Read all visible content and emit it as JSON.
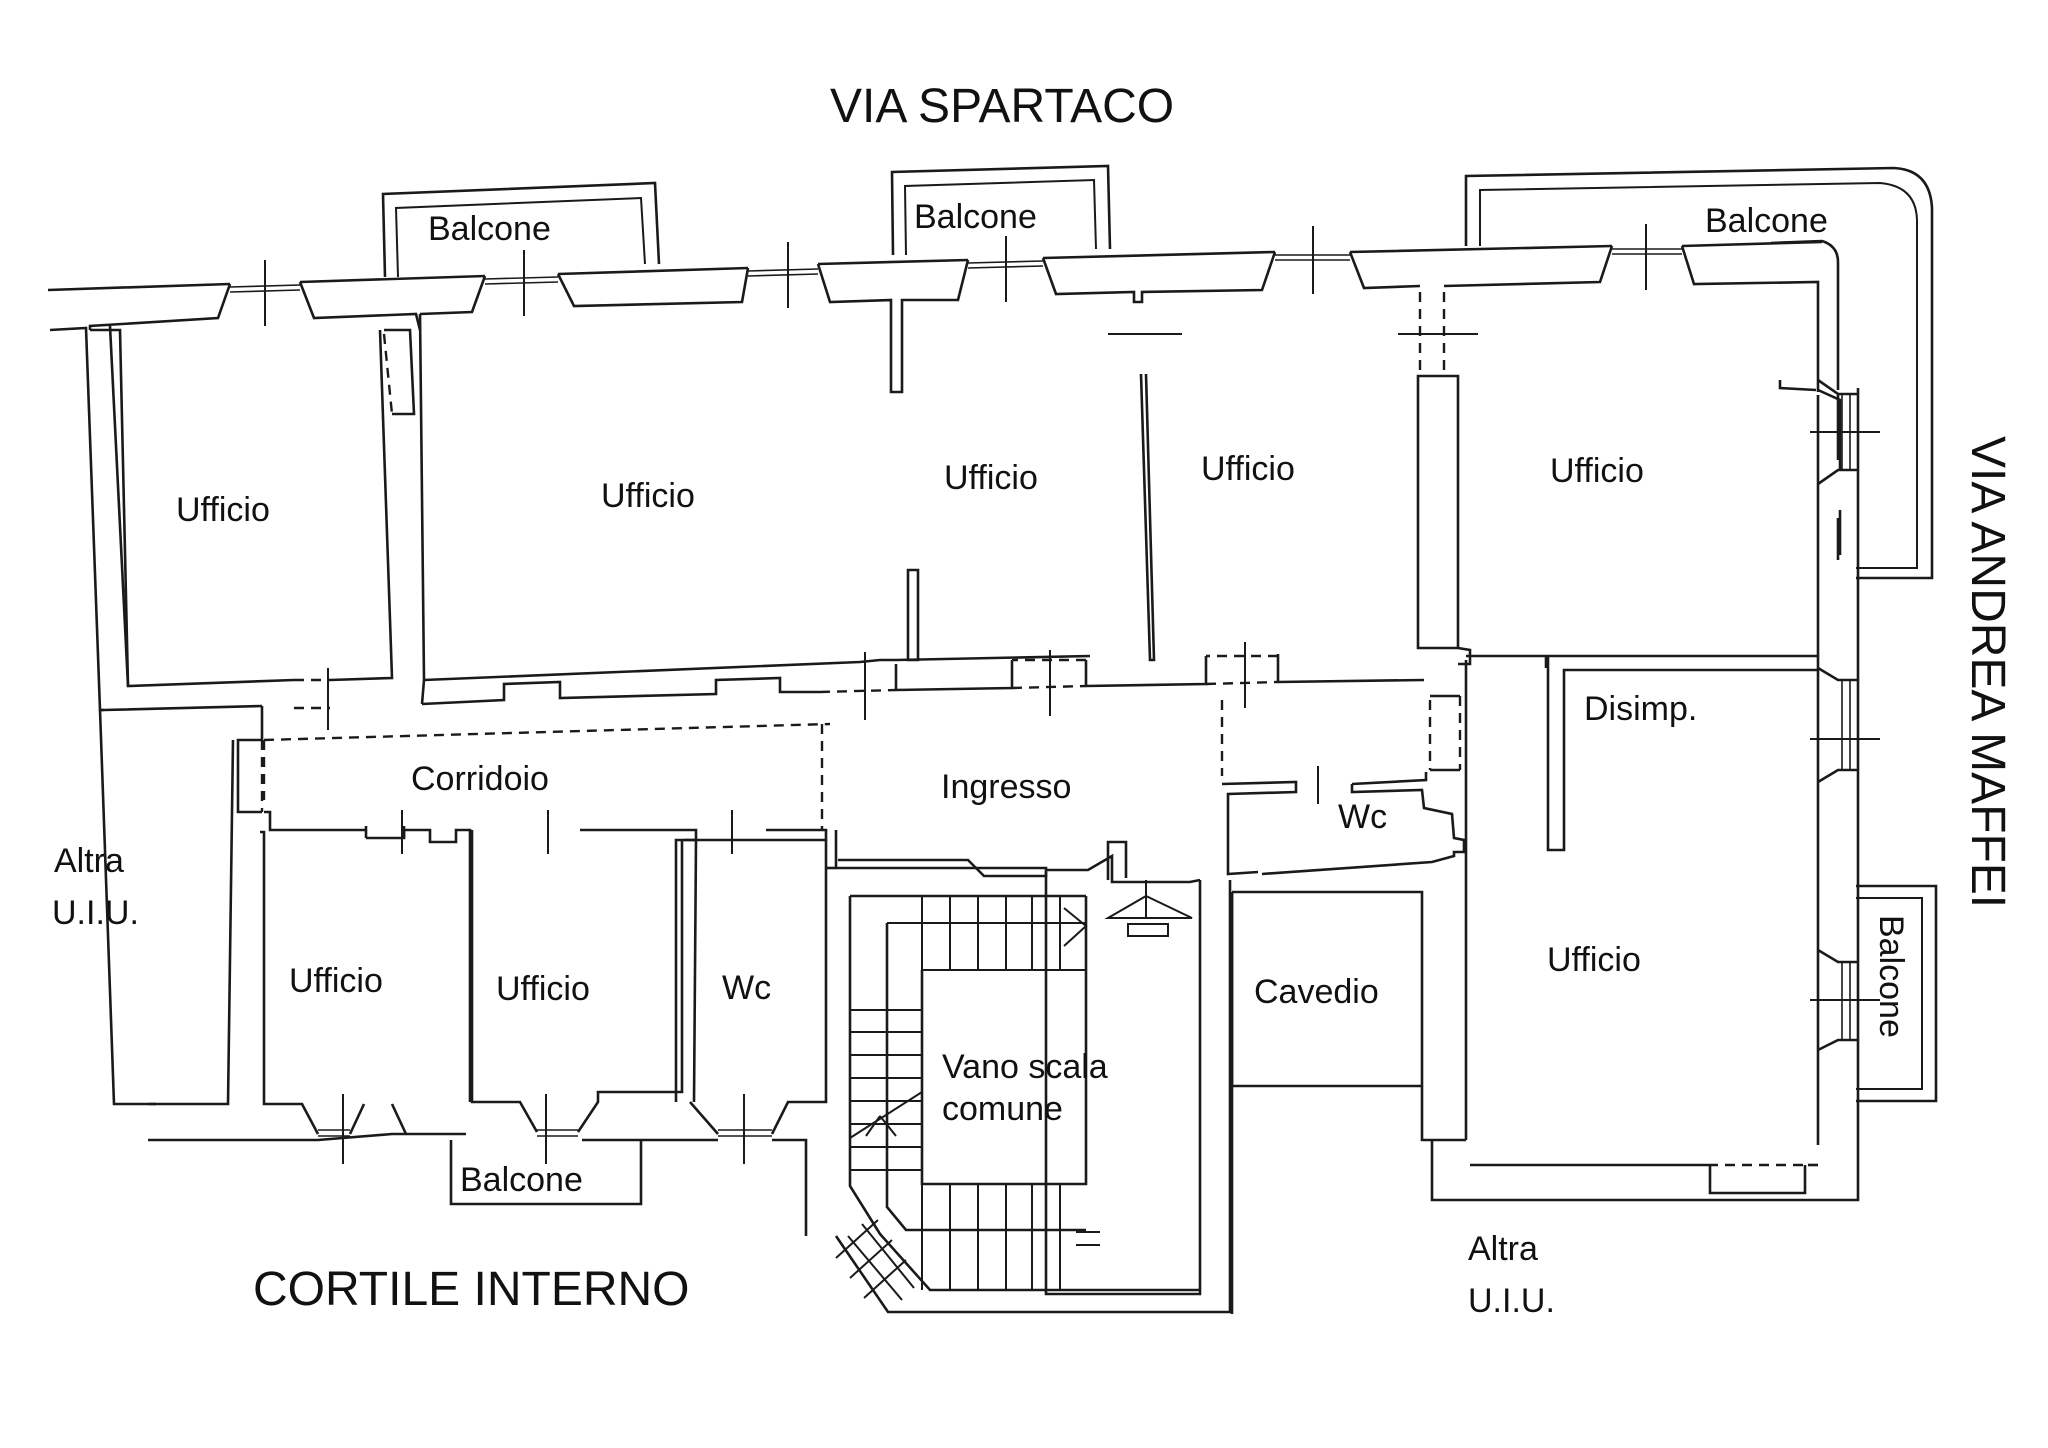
{
  "plan": {
    "title": "Floor plan",
    "streets": {
      "top": "VIA SPARTACO",
      "right": "VIA ANDREA MAFFEI",
      "bottom": "CORTILE INTERNO"
    },
    "neighbors": {
      "left": [
        "Altra",
        "U.I.U."
      ],
      "bottom_right": [
        "Altra",
        "U.I.U."
      ]
    },
    "rooms": {
      "office_1": "Ufficio",
      "office_2": "Ufficio",
      "office_3": "Ufficio",
      "office_4": "Ufficio",
      "office_5": "Ufficio",
      "office_6": "Ufficio",
      "office_7": "Ufficio",
      "office_8": "Ufficio",
      "corridor": "Corridoio",
      "entrance": "Ingresso",
      "wc_1": "Wc",
      "wc_2": "Wc",
      "landing": "Disimp.",
      "light_well": "Cavedio",
      "stairwell": [
        "Vano scala",
        "comune"
      ]
    },
    "balconies": {
      "top_left": "Balcone",
      "top_center": "Balcone",
      "top_right": "Balcone",
      "right": "Balcone",
      "bottom": "Balcone"
    }
  }
}
